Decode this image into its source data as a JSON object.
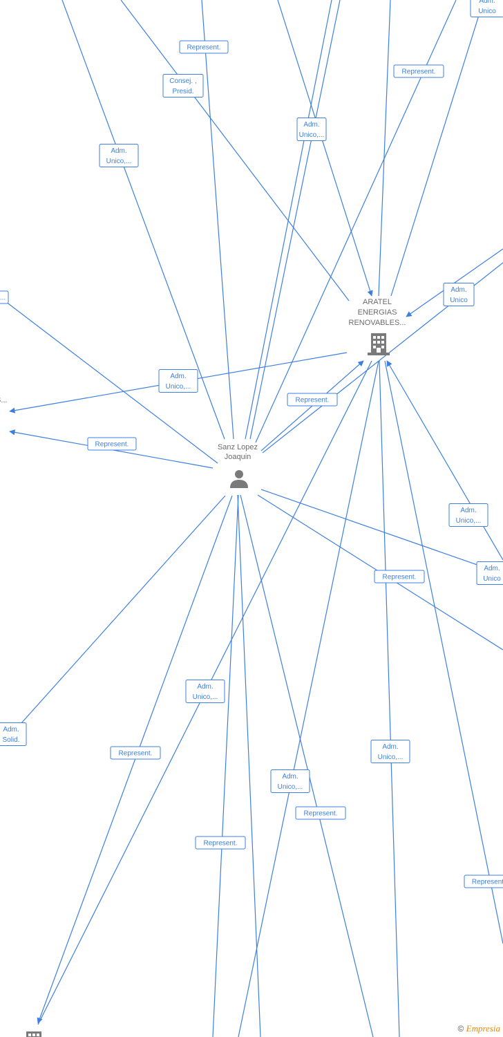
{
  "nodes": {
    "person": {
      "lines": [
        "Sanz Lopez",
        "Joaquin"
      ],
      "icon": "person-icon"
    },
    "company_main": {
      "lines": [
        "ARATEL",
        "ENERGIAS",
        "RENOVABLES..."
      ],
      "icon": "building-icon"
    },
    "company_left_partial": {
      "lines": [
        "S..."
      ],
      "icon": "building-icon"
    },
    "company_bottom": {
      "lines": [],
      "icon": "building-icon"
    }
  },
  "edge_labels": [
    [
      "Adm.",
      "Unico,..."
    ],
    [
      "Represent."
    ],
    [
      "Consej. ,",
      "Presid."
    ],
    [
      "Adm.",
      "Unico,..."
    ],
    [
      "Adm.",
      "Unico"
    ],
    [
      "Represent."
    ],
    [
      "Adm.",
      "Unico"
    ],
    [
      "..."
    ],
    [
      "Adm.",
      "Unico,..."
    ],
    [
      "Represent."
    ],
    [
      "Represent."
    ],
    [
      "Adm.",
      "Unico,..."
    ],
    [
      "Adm.",
      "Unico"
    ],
    [
      "Represent."
    ],
    [
      "Adm.",
      "Unico,..."
    ],
    [
      "Adm.",
      "Solid."
    ],
    [
      "Represent."
    ],
    [
      "Adm.",
      "Unico,..."
    ],
    [
      "Adm.",
      "Unico,..."
    ],
    [
      "Represent."
    ],
    [
      "Represent."
    ],
    [
      "Represent"
    ]
  ],
  "footer": {
    "copyright": "©",
    "brand": "Empresia"
  },
  "colors": {
    "edge": "#3d7fe0",
    "node_text": "#6b6b6b",
    "icon": "#7a7a7a",
    "brand": "#e8890c"
  }
}
